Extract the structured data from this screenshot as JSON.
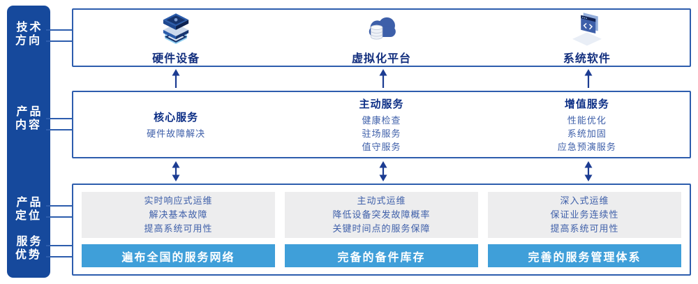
{
  "sidebar": {
    "items": [
      {
        "label": "技术\n方向"
      },
      {
        "label": "产品\n内容"
      },
      {
        "label": "产品\n定位"
      },
      {
        "label": "服务\n优势"
      }
    ]
  },
  "tech_row": {
    "items": [
      {
        "icon": "server-stack-icon",
        "label": "硬件设备"
      },
      {
        "icon": "cloud-database-icon",
        "label": "虚拟化平台"
      },
      {
        "icon": "software-window-icon",
        "label": "系统软件"
      }
    ]
  },
  "services_row": {
    "columns": [
      {
        "title": "核心服务",
        "items": [
          "硬件故障解决"
        ]
      },
      {
        "title": "主动服务",
        "items": [
          "健康检查",
          "驻场服务",
          "值守服务"
        ]
      },
      {
        "title": "增值服务",
        "items": [
          "性能优化",
          "系统加固",
          "应急预演服务"
        ]
      }
    ]
  },
  "positioning_row": {
    "columns": [
      {
        "points": [
          "实时响应式运维",
          "解决基本故障",
          "提高系统可用性"
        ],
        "advantage": "遍布全国的服务网络"
      },
      {
        "points": [
          "主动式运维",
          "降低设备突发故障概率",
          "关键时间点的服务保障"
        ],
        "advantage": "完备的备件库存"
      },
      {
        "points": [
          "深入式运维",
          "保证业务连续性",
          "提高系统可用性"
        ],
        "advantage": "完善的服务管理体系"
      }
    ]
  },
  "colors": {
    "sidebar_bg": "#16499c",
    "box_border": "#2d5dad",
    "title_text": "#0d2f86",
    "body_text": "#3e5fa9",
    "panel_bg": "#ededee",
    "advantage_bg": "#3f9fd9",
    "arrow": "#1c3c92"
  }
}
